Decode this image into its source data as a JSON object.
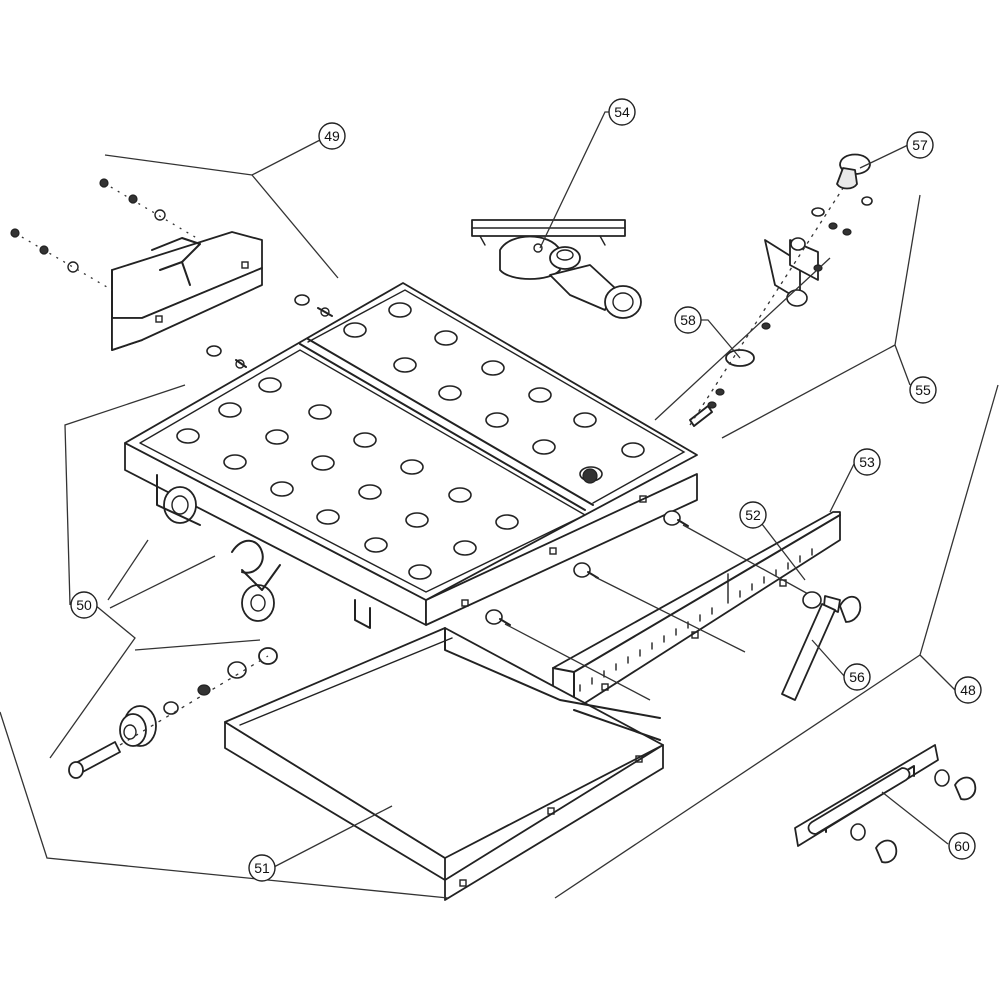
{
  "callouts": [
    {
      "id": "c49",
      "label": "49"
    },
    {
      "id": "c54",
      "label": "54"
    },
    {
      "id": "c57",
      "label": "57"
    },
    {
      "id": "c58",
      "label": "58"
    },
    {
      "id": "c55",
      "label": "55"
    },
    {
      "id": "c53",
      "label": "53"
    },
    {
      "id": "c52",
      "label": "52"
    },
    {
      "id": "c50",
      "label": "50"
    },
    {
      "id": "c56",
      "label": "56"
    },
    {
      "id": "c48",
      "label": "48"
    },
    {
      "id": "c51",
      "label": "51"
    },
    {
      "id": "c60",
      "label": "60"
    }
  ]
}
